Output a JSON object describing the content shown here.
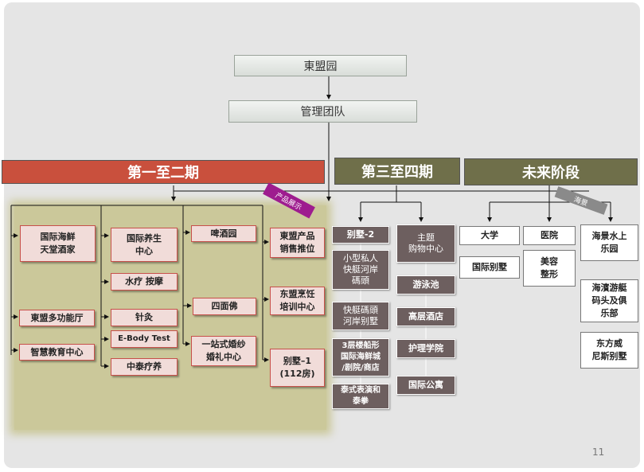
{
  "top": {
    "root": "東盟园",
    "management": "管理团队"
  },
  "phases": {
    "p1": {
      "label": "第一至二期",
      "color": "#c9503d"
    },
    "p2": {
      "label": "第三至四期",
      "color": "#6f6f4a"
    },
    "p3": {
      "label": "未来阶段",
      "color": "#6f6f4a"
    }
  },
  "tags": {
    "product_showcase": "产品展示",
    "sea_scene": "海景"
  },
  "phase1": {
    "col1": [
      "国际海鲜\n天堂酒家",
      "東盟多功能厅",
      "智慧教育中心"
    ],
    "col2": [
      "国际养生\n中心",
      "水疗 按摩",
      "针灸",
      "E-Body Test",
      "中泰疗养"
    ],
    "col3": [
      "啤酒园",
      "四面佛",
      "一站式婚纱\n婚礼中心"
    ],
    "col4": [
      "東盟产品\n销售推位",
      "东盟烹饪\n培训中心",
      "别墅–1\n(112房)"
    ]
  },
  "phase2": {
    "col1": [
      "别墅-2",
      "小型私人\n快艇河岸\n碼頭",
      "快艇碼頭\n河岸别墅",
      "3层楼船形\n国际海鲜城\n/剧院/商店",
      "泰式表演和\n泰拳"
    ],
    "col2": [
      "主题\n购物中心",
      "游泳池",
      "高层酒店",
      "护理学院",
      "国际公寓"
    ]
  },
  "future": {
    "col1": [
      "大学",
      "国际别墅"
    ],
    "col2": [
      "医院",
      "美容\n整形"
    ],
    "col3": [
      "海景水上\n乐园",
      "海濱游艇\n码头及俱\n乐部",
      "东方威\n尼斯别墅"
    ]
  },
  "page_number": "11"
}
